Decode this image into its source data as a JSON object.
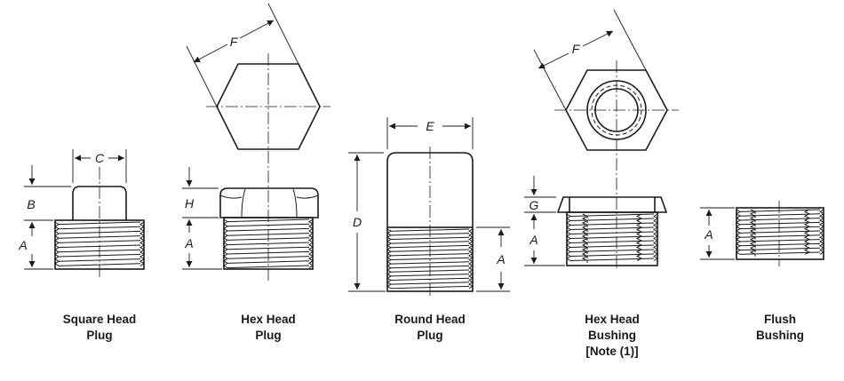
{
  "fittings": [
    {
      "id": "square-head-plug",
      "caption_lines": [
        "Square Head",
        "Plug"
      ]
    },
    {
      "id": "hex-head-plug",
      "caption_lines": [
        "Hex Head",
        "Plug"
      ]
    },
    {
      "id": "round-head-plug",
      "caption_lines": [
        "Round Head",
        "Plug"
      ]
    },
    {
      "id": "hex-head-bushing",
      "caption_lines": [
        "Hex Head",
        "Bushing",
        "[Note (1)]"
      ]
    },
    {
      "id": "flush-bushing",
      "caption_lines": [
        "Flush",
        "Bushing"
      ]
    }
  ],
  "dimension_labels": {
    "square_plug": {
      "c": "C",
      "b": "B",
      "a": "A"
    },
    "hex_plug": {
      "f": "F",
      "h": "H",
      "a": "A"
    },
    "round_plug": {
      "e": "E",
      "d": "D",
      "a": "A"
    },
    "hex_bushing": {
      "f": "F",
      "g": "G",
      "a": "A"
    },
    "flush_bushing": {
      "a": "A"
    }
  }
}
